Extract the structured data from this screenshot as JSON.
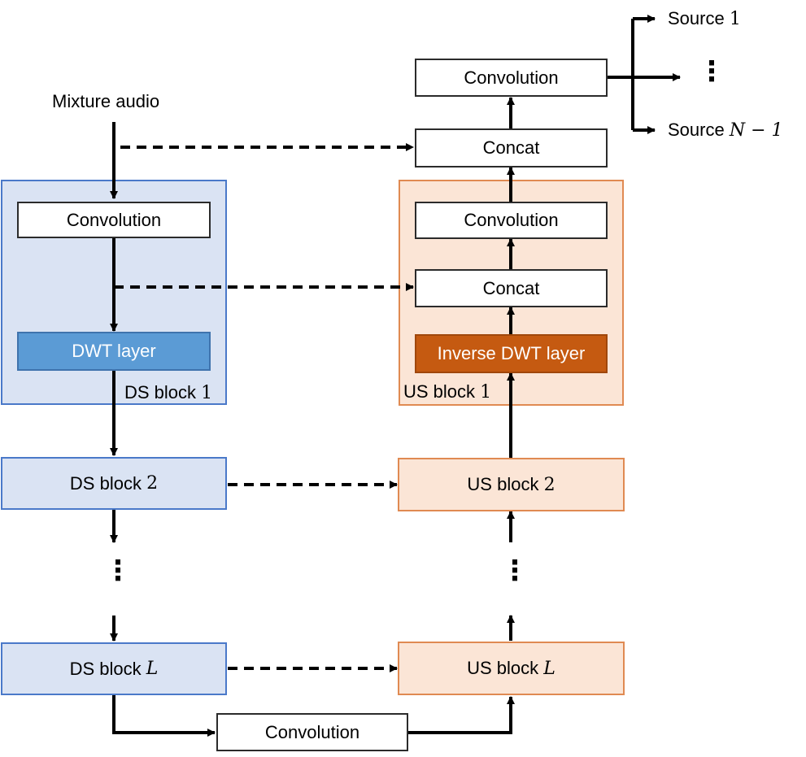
{
  "input": {
    "label": "Mixture audio"
  },
  "encoder": {
    "block1": {
      "conv_label": "Convolution",
      "dwt_label": "DWT layer",
      "name": "DS block",
      "index": "1"
    },
    "block2": {
      "name": "DS block",
      "index": "2"
    },
    "blockL": {
      "name": "DS block",
      "index": "L"
    },
    "dots": "⋮"
  },
  "bottleneck": {
    "conv_label": "Convolution"
  },
  "decoder": {
    "block1": {
      "idwt_label": "Inverse DWT layer",
      "concat_label": "Concat",
      "conv_label": "Convolution",
      "name": "US block",
      "index": "1"
    },
    "block2": {
      "name": "US block",
      "index": "2"
    },
    "blockL": {
      "name": "US block",
      "index": "L"
    },
    "dots": "⋮"
  },
  "output": {
    "concat_label": "Concat",
    "conv_label": "Convolution",
    "source_first": {
      "name": "Source",
      "index": "1"
    },
    "dots": "⋮",
    "source_last": {
      "name": "Source",
      "index": "N − 1"
    }
  },
  "colors": {
    "ds_fill": "#dae3f3",
    "ds_border": "#4a79c9",
    "us_fill": "#fbe5d6",
    "us_border": "#e08a52",
    "dwt_fill": "#5b9bd5",
    "idwt_fill": "#c55a11"
  }
}
